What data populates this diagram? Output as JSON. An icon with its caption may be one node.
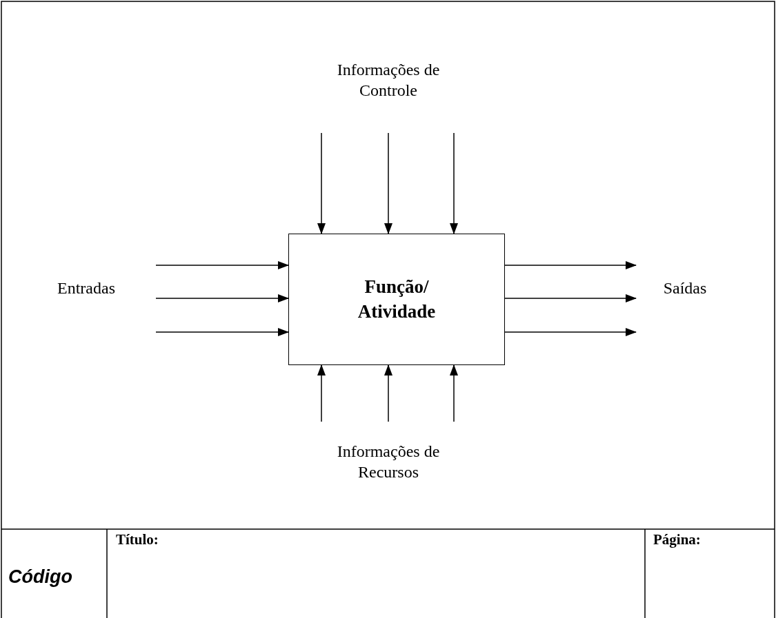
{
  "diagram": {
    "nodes": [
      {
        "text": [
          "Informações de Controle"
        ]
      },
      {
        "text": [
          "Função/ Atividade"
        ]
      },
      {
        "text": [
          "Entradas"
        ]
      },
      {
        "text": [
          "Saídas"
        ]
      },
      {
        "text": [
          "Informações de Recursos"
        ]
      }
    ],
    "edges": [
      {
        "from": null,
        "to": 1,
        "arrow": "to"
      },
      {
        "from": null,
        "to": 1,
        "arrow": "to"
      },
      {
        "from": null,
        "to": 1,
        "arrow": "to"
      },
      {
        "from": null,
        "to": 1,
        "arrow": "to"
      },
      {
        "from": null,
        "to": 1,
        "arrow": "to"
      },
      {
        "from": null,
        "to": 1,
        "arrow": "to"
      },
      {
        "from": 1,
        "to": null,
        "arrow": "to"
      },
      {
        "from": 1,
        "to": null,
        "arrow": "to"
      },
      {
        "from": 1,
        "to": null,
        "arrow": "to"
      },
      {
        "from": null,
        "to": 1,
        "arrow": "to"
      },
      {
        "from": null,
        "to": 1,
        "arrow": "to"
      },
      {
        "from": null,
        "to": 1,
        "arrow": "to"
      }
    ],
    "labels": [
      "Título:",
      "Página:",
      "Código"
    ]
  }
}
